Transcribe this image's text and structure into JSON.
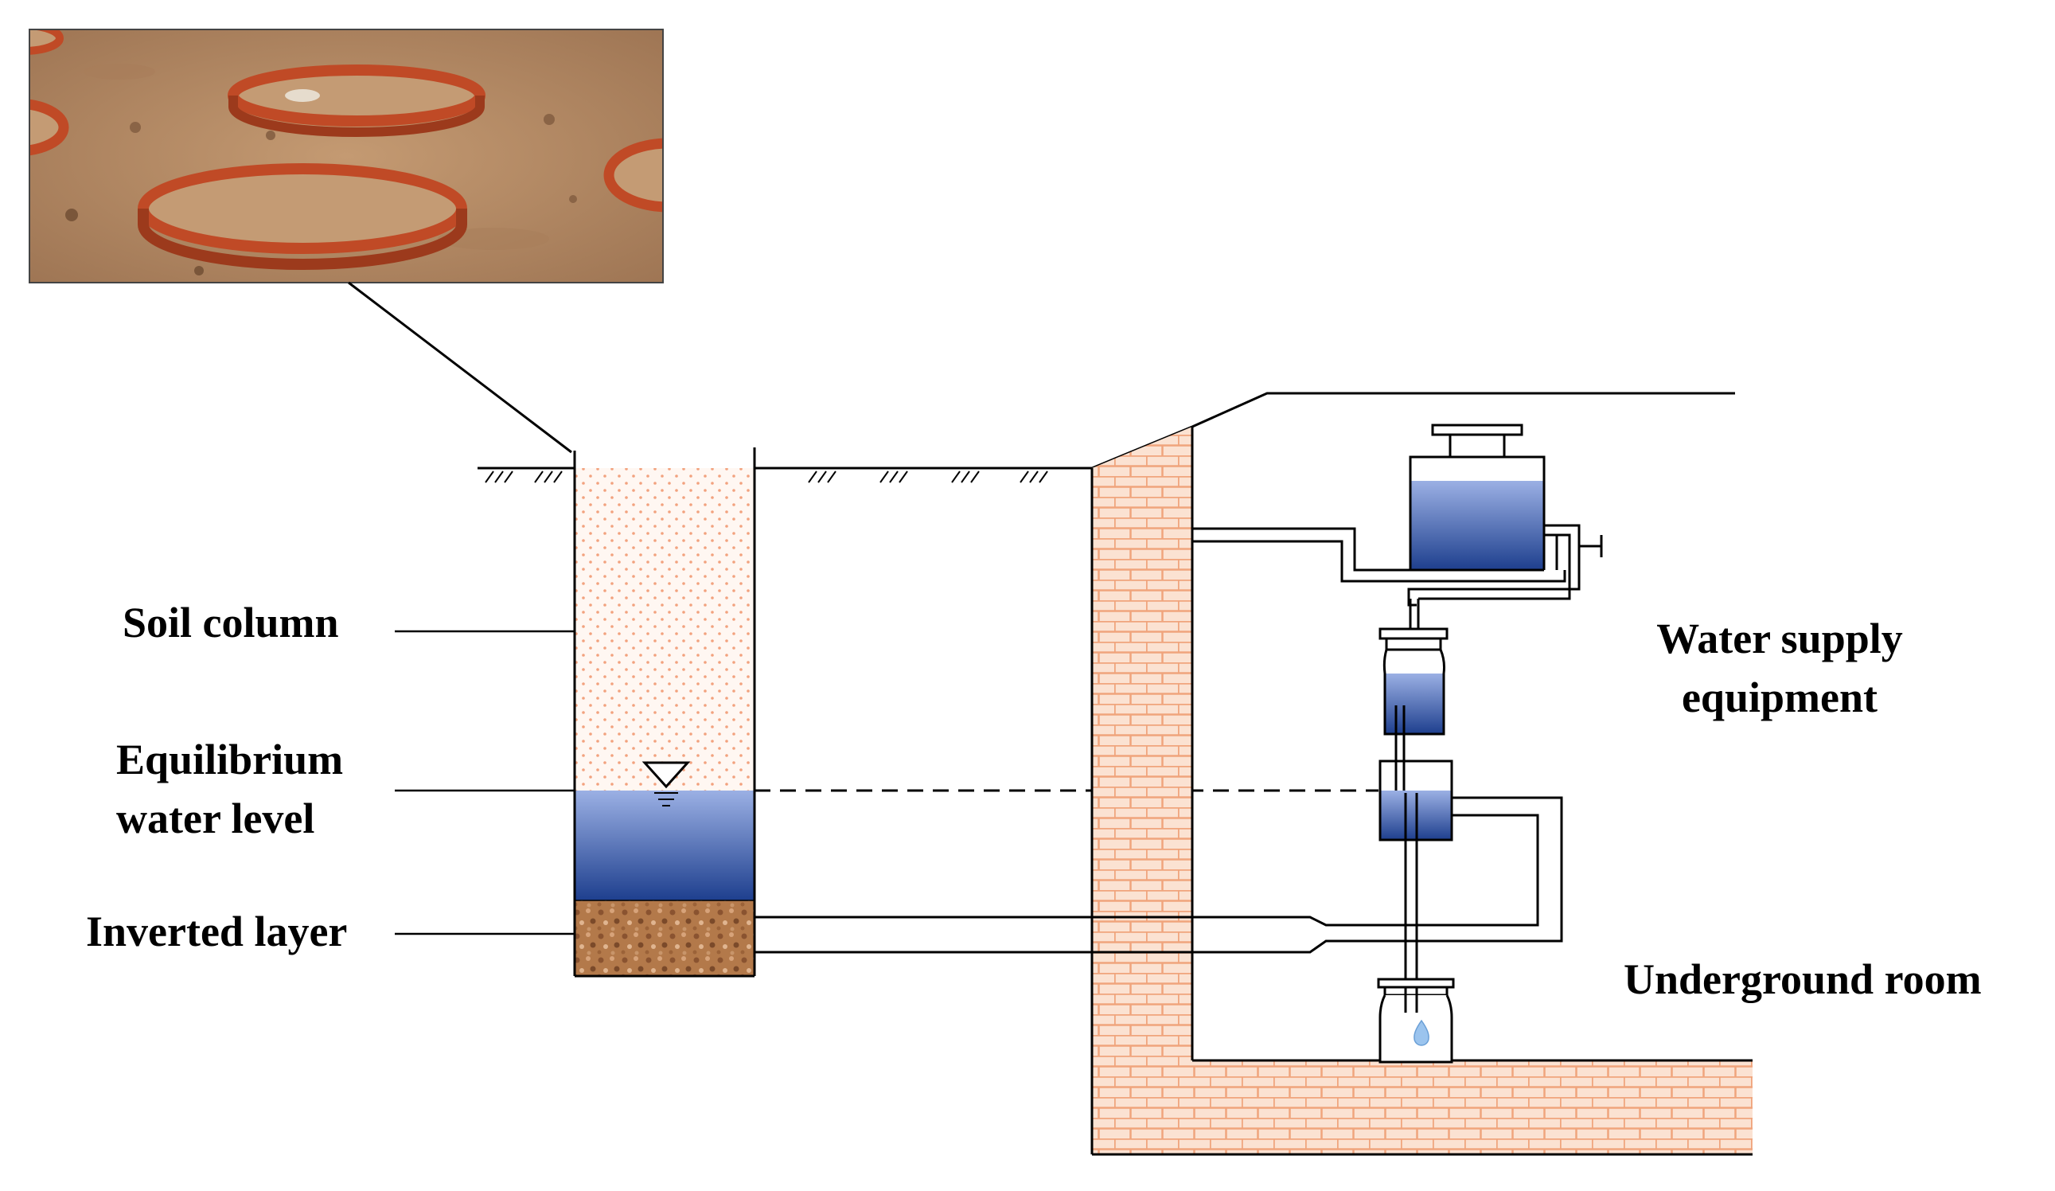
{
  "labels": {
    "soil_column": "Soil column",
    "equilibrium_line1": "Equilibrium",
    "equilibrium_line2": "water level",
    "inverted_layer": "Inverted layer",
    "water_supply_line1": "Water supply",
    "water_supply_line2": "equipment",
    "underground_room": "Underground room"
  },
  "colors": {
    "line": "#000000",
    "brick_fill": "#fbe2d2",
    "brick_mortar": "#f0a47c",
    "soil_dots": "#f2a27e",
    "water_top": "#9bb0e4",
    "water_bottom": "#1e3f8e",
    "gravel": "#b3794a",
    "photo_soil": "#b98d66",
    "ring_red": "#c04a26"
  },
  "icons": {
    "water_level_marker": "triangle-water-level-icon",
    "ground_hatch": "ground-hatch-icon",
    "water_drop": "water-drop-icon"
  }
}
